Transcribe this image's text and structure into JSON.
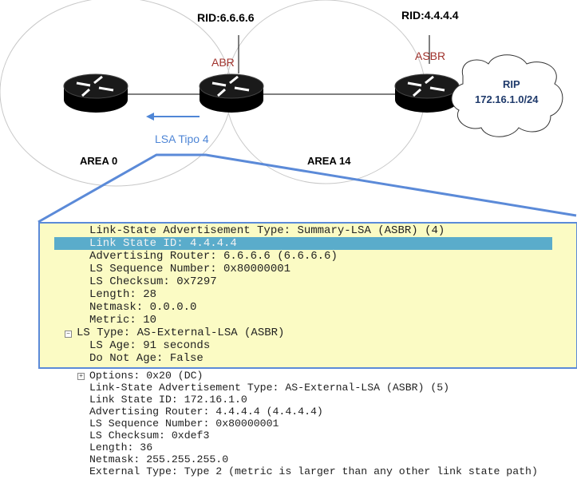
{
  "diagram": {
    "rid_abr": "RID:6.6.6.6",
    "rid_asbr": "RID:4.4.4.4",
    "abr_label": "ABR",
    "asbr_label": "ASBR",
    "area0": "AREA 0",
    "area14": "AREA 14",
    "lsa_label": "LSA Tipo 4",
    "rip_title": "RIP",
    "rip_network": "172.16.1.0/24",
    "colors": {
      "role": "#a0332d",
      "lsa": "#4f86d6",
      "rip": "#1f3a6b",
      "zoom_border": "#5b8ad8",
      "highlight": "#5aaccb",
      "box_bg": "#fbfbc4"
    }
  },
  "packet_zoom": {
    "lines": [
      "Link-State Advertisement Type: Summary-LSA (ASBR) (4)",
      "Link State ID: 4.4.4.4",
      "Advertising Router: 6.6.6.6 (6.6.6.6)",
      "LS Sequence Number: 0x80000001",
      "LS Checksum: 0x7297",
      "Length: 28",
      "Netmask: 0.0.0.0",
      "Metric: 10"
    ],
    "ls_type_header": "LS Type: AS-External-LSA (ASBR)",
    "sub_lines": [
      "LS Age: 91 seconds",
      "Do Not Age: False"
    ]
  },
  "packet_below": {
    "options": "Options: 0x20 (DC)",
    "lines": [
      "Link-State Advertisement Type: AS-External-LSA (ASBR) (5)",
      "Link State ID: 172.16.1.0",
      "Advertising Router: 4.4.4.4 (4.4.4.4)",
      "LS Sequence Number: 0x80000001",
      "LS Checksum: 0xdef3",
      "Length: 36",
      "Netmask: 255.255.255.0",
      "External Type: Type 2 (metric is larger than any other link state path)"
    ]
  }
}
